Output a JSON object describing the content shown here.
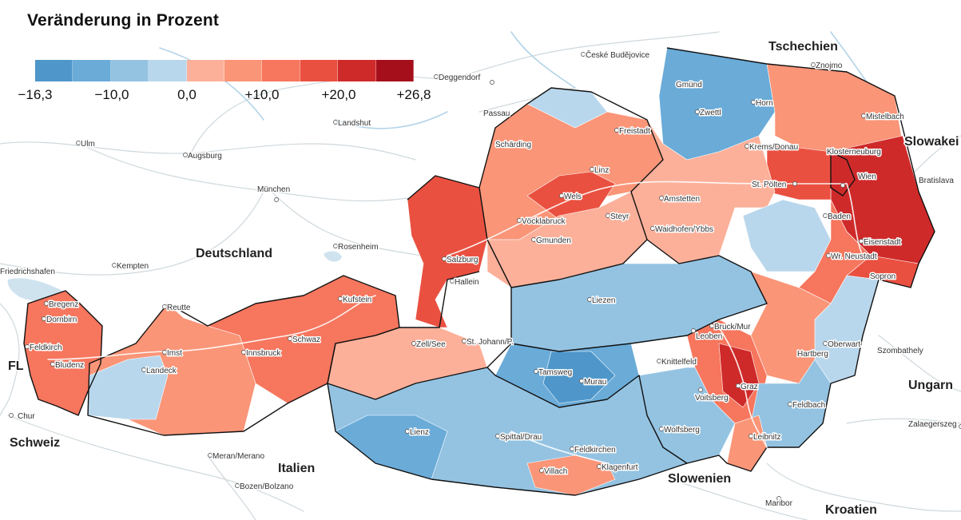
{
  "title": "Veränderung in Prozent",
  "legend": {
    "colors": [
      "#4f97ca",
      "#6aabd8",
      "#94c3e2",
      "#b9d7ec",
      "#fcb09a",
      "#fa9578",
      "#f6765e",
      "#ea5040",
      "#cf2a2a",
      "#a50f1b"
    ],
    "ticks": [
      "−16,3",
      "−10,0",
      "0,0",
      "+10,0",
      "+20,0",
      "+26,8"
    ]
  },
  "countries": {
    "tschechien": "Tschechien",
    "slowakei": "Slowakei",
    "deutschland": "Deutschland",
    "fl": "FL",
    "schweiz": "Schweiz",
    "italien": "Italien",
    "slowenien": "Slowenien",
    "kroatien": "Kroatien",
    "ungarn": "Ungarn"
  },
  "places": {
    "ceske_budejovice": "České Budějovice",
    "znojmo": "Znojmo",
    "deggendorf": "Deggendorf",
    "passau": "Passau",
    "landshut": "Landshut",
    "ulm": "Ulm",
    "augsburg": "Augsburg",
    "muenchen": "München",
    "rosenheim": "Rosenheim",
    "kempten": "Kempten",
    "friedrichshafen": "Friedrichshafen",
    "chur": "Chur",
    "meran": "Meran/Merano",
    "bozen": "Bozen/Bolzano",
    "maribor": "Maribor",
    "zalaegerszeg": "Zalaegerszeg",
    "szombathely": "Szombathely",
    "bratislava": "Bratislava",
    "sopron": "Sopron",
    "gmuend": "Gmünd",
    "zwettl": "Zwettl",
    "horn": "Horn",
    "mistelbach": "Mistelbach",
    "krems": "Krems/Donau",
    "klosterneuburg": "Klosterneuburg",
    "wien": "Wien",
    "st_poelten": "St. Pölten",
    "amstetten": "Amstetten",
    "waidhofen": "Waidhofen/Ybbs",
    "baden": "Baden",
    "eisenstadt": "Eisenstadt",
    "wr_neustadt": "Wr. Neustadt",
    "freistadt": "Freistadt",
    "schaerding": "Schärding",
    "linz": "Linz",
    "wels": "Wels",
    "steyr": "Steyr",
    "voecklabruck": "Vöcklabruck",
    "gmunden": "Gmunden",
    "salzburg": "Salzburg",
    "hallein": "Hallein",
    "liezen": "Liezen",
    "bruck": "Bruck/Mur",
    "leoben": "Leoben",
    "oberwart": "Oberwart",
    "hartberg": "Hartberg",
    "knittelfeld": "Knittelfeld",
    "graz": "Graz",
    "voitsberg": "Voitsberg",
    "feldbach": "Feldbach",
    "leibnitz": "Leibnitz",
    "wolfsberg": "Wolfsberg",
    "murau": "Murau",
    "tamsweg": "Tamsweg",
    "zell_see": "Zell/See",
    "st_johann": "St. Johann/P.",
    "kufstein": "Kufstein",
    "schwaz": "Schwaz",
    "innsbruck": "Innsbruck",
    "imst": "Imst",
    "landeck": "Landeck",
    "reutte": "Reutte",
    "bregenz": "Bregenz",
    "dornbirn": "Dornbirn",
    "feldkirch": "Feldkirch",
    "bludenz": "Bludenz",
    "lienz": "Lienz",
    "spittal": "Spittal/Drau",
    "feldkirchen": "Feldkirchen",
    "villach": "Villach",
    "klagenfurt": "Klagenfurt"
  }
}
